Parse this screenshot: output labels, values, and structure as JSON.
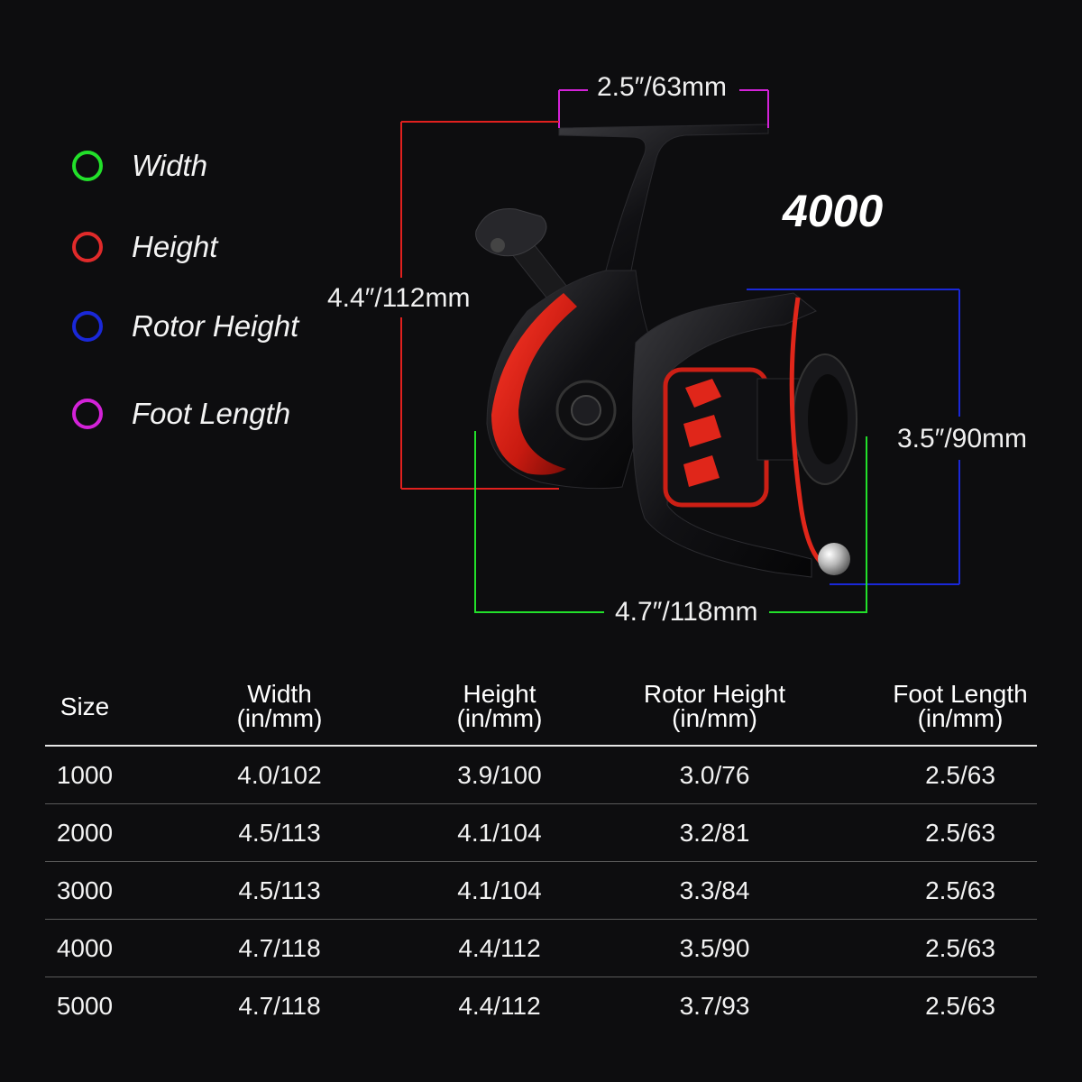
{
  "legend": [
    {
      "label": "Width",
      "color": "#22e02a"
    },
    {
      "label": "Height",
      "color": "#e02a2a"
    },
    {
      "label": "Rotor Height",
      "color": "#1a28d8"
    },
    {
      "label": "Foot Length",
      "color": "#d322d8"
    }
  ],
  "model": "4000",
  "dimensions": {
    "foot_length": "2.5″/63mm",
    "height": "4.4″/112mm",
    "rotor_height": "3.5″/90mm",
    "width": "4.7″/118mm"
  },
  "table": {
    "headers": [
      {
        "line1": "Size",
        "line2": ""
      },
      {
        "line1": "Width",
        "line2": "(in/mm)"
      },
      {
        "line1": "Height",
        "line2": "(in/mm)"
      },
      {
        "line1": "Rotor Height",
        "line2": "(in/mm)"
      },
      {
        "line1": "Foot Length",
        "line2": "(in/mm)"
      }
    ],
    "rows": [
      [
        "1000",
        "4.0/102",
        "3.9/100",
        "3.0/76",
        "2.5/63"
      ],
      [
        "2000",
        "4.5/113",
        "4.1/104",
        "3.2/81",
        "2.5/63"
      ],
      [
        "3000",
        "4.5/113",
        "4.1/104",
        "3.3/84",
        "2.5/63"
      ],
      [
        "4000",
        "4.7/118",
        "4.4/112",
        "3.5/90",
        "2.5/63"
      ],
      [
        "5000",
        "4.7/118",
        "4.4/112",
        "3.7/93",
        "2.5/63"
      ]
    ]
  }
}
